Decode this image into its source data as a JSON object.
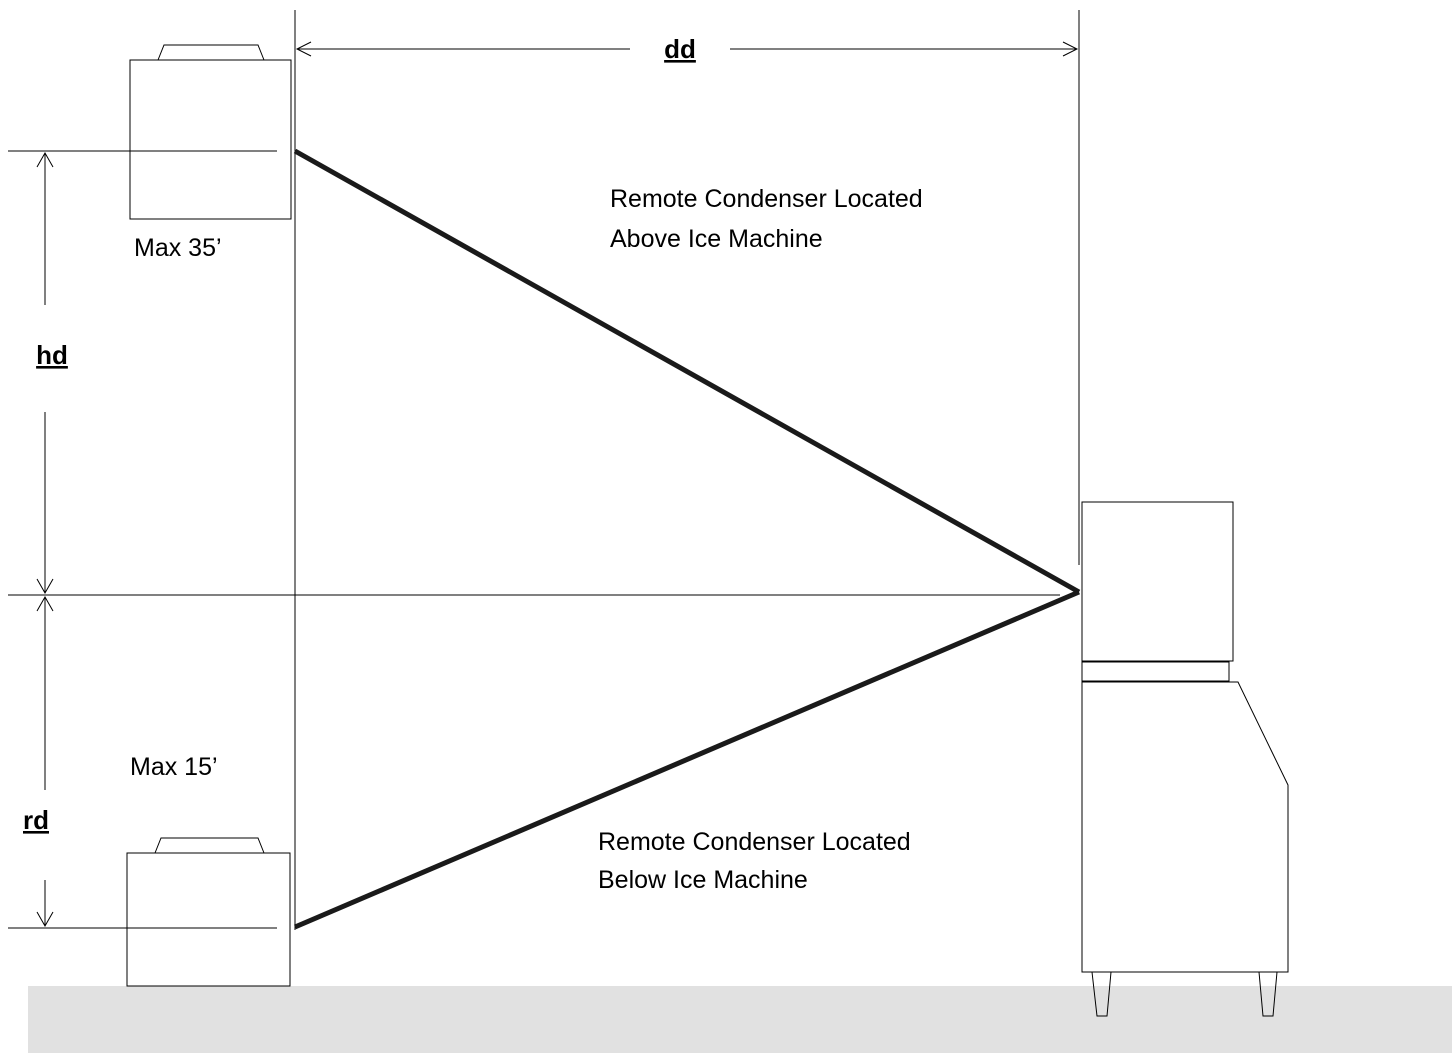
{
  "labels": {
    "dd": "dd",
    "hd": "hd",
    "rd": "rd",
    "max_above": "Max 35’",
    "max_below": "Max 15’",
    "above_line1": "Remote Condenser Located",
    "above_line2": "Above Ice Machine",
    "below_line1": "Remote Condenser Located",
    "below_line2": "Below Ice Machine"
  },
  "colors": {
    "line": "#000000",
    "floor": "#e1e1e1",
    "background": "#ffffff"
  }
}
